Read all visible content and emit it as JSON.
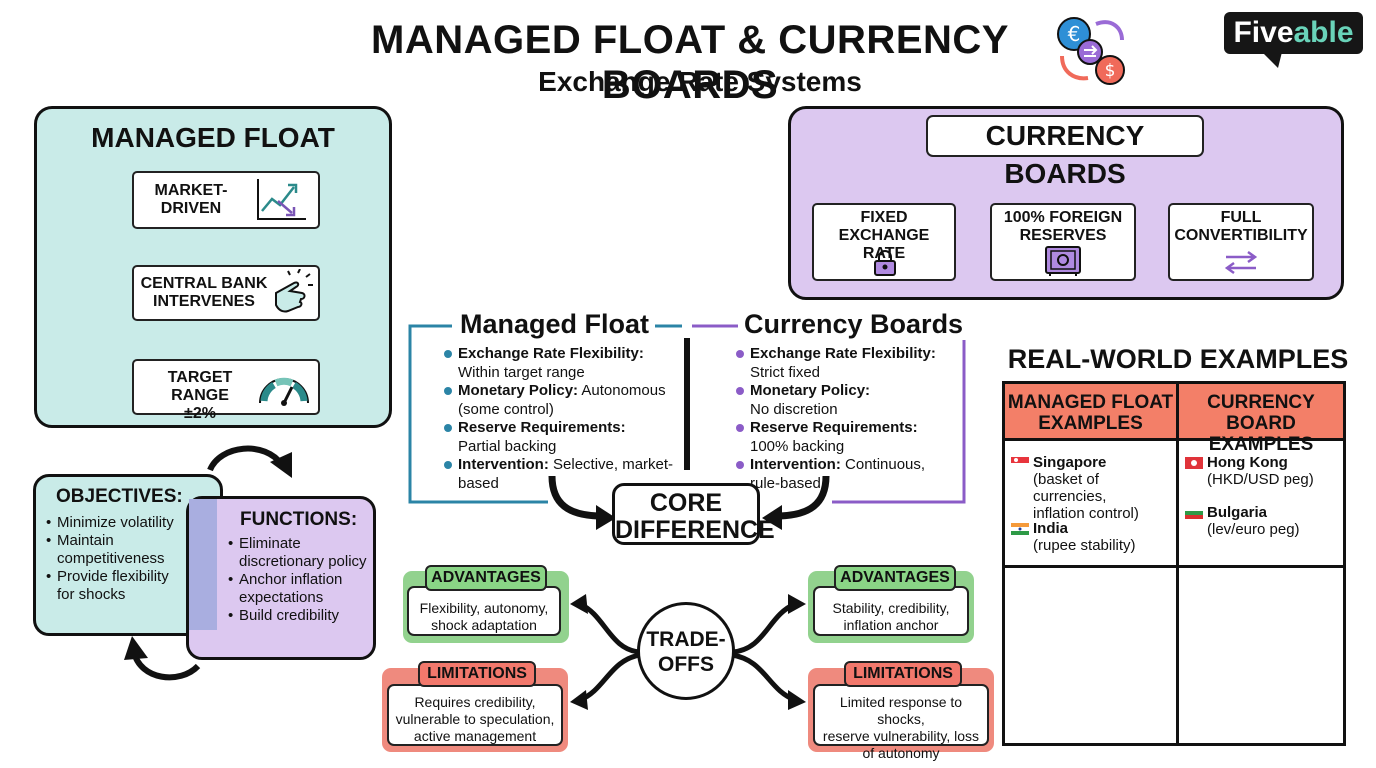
{
  "title": "MANAGED FLOAT & CURRENCY BOARDS",
  "subtitle": "Exchange Rate Systems",
  "logo": {
    "part1": "Five",
    "part2": "able"
  },
  "managed_float_panel": {
    "heading": "MANAGED FLOAT",
    "steps": [
      {
        "label": "MARKET-\nDRIVEN",
        "icon": "chart-icon"
      },
      {
        "label": "CENTRAL BANK\nINTERVENES",
        "icon": "hand-pointer-icon"
      },
      {
        "label": "TARGET RANGE\n±2%",
        "icon": "gauge-icon"
      }
    ]
  },
  "currency_boards_panel": {
    "heading": "CURRENCY BOARDS",
    "items": [
      {
        "label": "FIXED EXCHANGE\nRATE",
        "icon": "lock-icon"
      },
      {
        "label": "100% FOREIGN\nRESERVES",
        "icon": "safe-icon"
      },
      {
        "label": "FULL\nCONVERTIBILITY",
        "icon": "exchange-arrows-icon"
      }
    ]
  },
  "comparison": {
    "managed_float": {
      "title": "Managed Float",
      "items": [
        {
          "term": "Exchange Rate Flexibility:",
          "text": "Within target range"
        },
        {
          "term": "Monetary Policy:",
          "text": "Autonomous (some control)"
        },
        {
          "term": "Reserve Requirements:",
          "text": "Partial backing"
        },
        {
          "term": "Intervention:",
          "text": "Selective, market-based"
        }
      ]
    },
    "currency_boards": {
      "title": "Currency Boards",
      "items": [
        {
          "term": "Exchange Rate Flexibility:",
          "text": "Strict fixed"
        },
        {
          "term": "Monetary Policy:",
          "text": "No discretion"
        },
        {
          "term": "Reserve Requirements:",
          "text": "100% backing"
        },
        {
          "term": "Intervention:",
          "text": "Continuous, rule-based"
        }
      ]
    },
    "core": "CORE\nDIFFERENCE"
  },
  "objectives": {
    "heading": "OBJECTIVES:",
    "items": [
      "Minimize volatility",
      "Maintain competitiveness",
      "Provide flexibility for shocks"
    ]
  },
  "functions": {
    "heading": "FUNCTIONS:",
    "items": [
      "Eliminate discretionary policy",
      "Anchor inflation expectations",
      "Build credibility"
    ]
  },
  "tradeoffs": {
    "center": "TRADE-\nOFFS",
    "left_advantages": {
      "tag": "ADVANTAGES",
      "text": "Flexibility, autonomy,\nshock adaptation"
    },
    "left_limitations": {
      "tag": "LIMITATIONS",
      "text": "Requires credibility,\nvulnerable to speculation,\nactive management"
    },
    "right_advantages": {
      "tag": "ADVANTAGES",
      "text": "Stability, credibility,\ninflation anchor"
    },
    "right_limitations": {
      "tag": "LIMITATIONS",
      "text": "Limited response to shocks,\nreserve vulnerability, loss\nof autonomy"
    }
  },
  "real_world": {
    "heading": "REAL-WORLD EXAMPLES",
    "col1_header": "MANAGED FLOAT\nEXAMPLES",
    "col2_header": "CURRENCY BOARD\nEXAMPLES",
    "managed_float_examples": [
      {
        "name": "Singapore",
        "note": "(basket of currencies,\ninflation control)",
        "flag": "singapore-flag-icon"
      },
      {
        "name": "India",
        "note": "(rupee stability)",
        "flag": "india-flag-icon"
      }
    ],
    "currency_board_examples": [
      {
        "name": "Hong Kong",
        "note": "(HKD/USD peg)",
        "flag": "hong-kong-flag-icon"
      },
      {
        "name": "Bulgaria",
        "note": "(lev/euro peg)",
        "flag": "bulgaria-flag-icon"
      }
    ]
  },
  "colors": {
    "managed_float": "#c9ebe8",
    "currency_boards": "#dcc8f0",
    "managed_float_accent": "#2b84a6",
    "currency_boards_accent": "#8b5cc7",
    "advantages": "#8ad586",
    "limitations": "#f2786c",
    "table_header": "#f37f68"
  }
}
